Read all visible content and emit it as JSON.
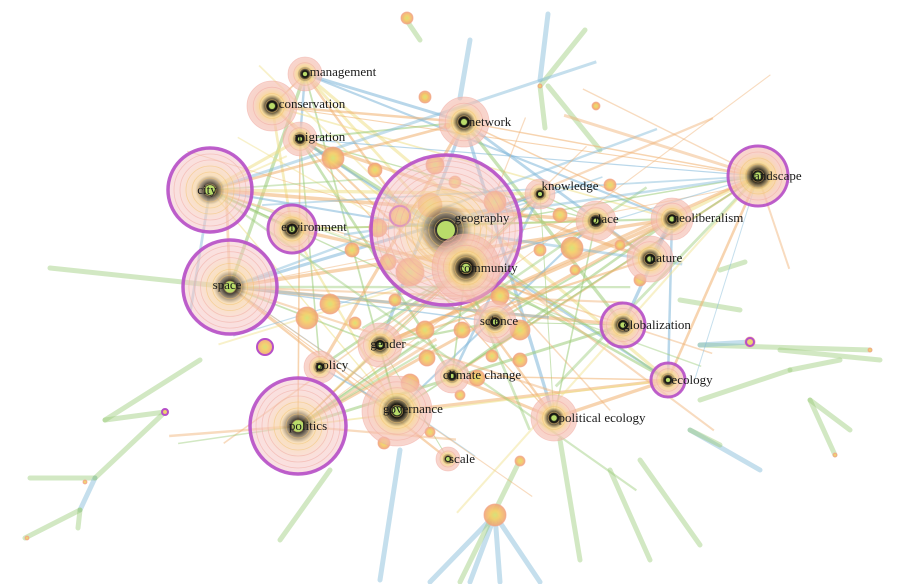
{
  "network": {
    "keywords": [
      {
        "id": "management",
        "label": "management",
        "frequency": 22
      },
      {
        "id": "conservation",
        "label": "conservation",
        "frequency": 38
      },
      {
        "id": "migration",
        "label": "migration",
        "frequency": 24
      },
      {
        "id": "network",
        "label": "network",
        "frequency": 42
      },
      {
        "id": "city",
        "label": "city",
        "frequency": 62
      },
      {
        "id": "knowledge",
        "label": "knowledge",
        "frequency": 14
      },
      {
        "id": "landscape",
        "label": "landscape",
        "frequency": 36
      },
      {
        "id": "environment",
        "label": "environment",
        "frequency": 32
      },
      {
        "id": "geography",
        "label": "geography",
        "frequency": 118
      },
      {
        "id": "place",
        "label": "place",
        "frequency": 28
      },
      {
        "id": "neoliberalism",
        "label": "neoliberalism",
        "frequency": 30
      },
      {
        "id": "community",
        "label": "community",
        "frequency": 58
      },
      {
        "id": "nature",
        "label": "nature",
        "frequency": 30
      },
      {
        "id": "space",
        "label": "space",
        "frequency": 76
      },
      {
        "id": "science",
        "label": "science",
        "frequency": 28
      },
      {
        "id": "globalization",
        "label": "globalization",
        "frequency": 30
      },
      {
        "id": "gender",
        "label": "gender",
        "frequency": 34
      },
      {
        "id": "policy",
        "label": "policy",
        "frequency": 26
      },
      {
        "id": "climate-change",
        "label": "climate change",
        "frequency": 22
      },
      {
        "id": "ecology",
        "label": "ecology",
        "frequency": 22
      },
      {
        "id": "governance",
        "label": "governance",
        "frequency": 52
      },
      {
        "id": "politics",
        "label": "politics",
        "frequency": 78
      },
      {
        "id": "political-ecology",
        "label": "political ecology",
        "frequency": 36
      },
      {
        "id": "scale",
        "label": "scale",
        "frequency": 14
      }
    ],
    "colors": {
      "burst_ring": "#b64fc8",
      "node_fill_outer": "#f6c6b8",
      "node_fill_mid": "#f4e27a",
      "node_core": "#b9dc6a",
      "edge_green": "#9ccc7a",
      "edge_blue": "#7fb7d8",
      "edge_orange": "#f0b070",
      "edge_yellow": "#efe08a"
    }
  }
}
